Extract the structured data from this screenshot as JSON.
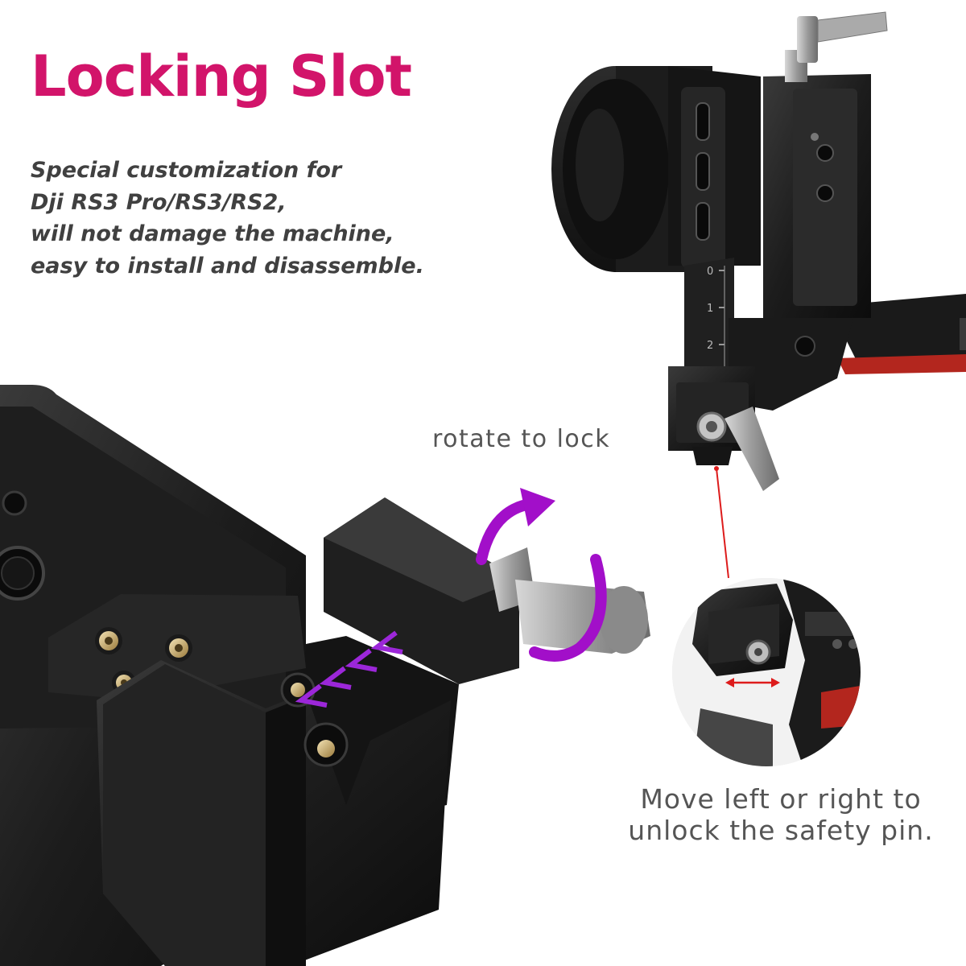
{
  "heading": {
    "title": "Locking Slot"
  },
  "description": {
    "lines": [
      "Special customization for",
      "Dji RS3 Pro/RS3/RS2,",
      "will not damage the machine,",
      "easy to install and disassemble."
    ]
  },
  "callouts": {
    "rotate": "rotate to lock",
    "move_lines": [
      "Move left or right to",
      "unlock the safety pin."
    ]
  },
  "gimbal_scale_labels": [
    "0",
    "1",
    "2"
  ],
  "colors": {
    "title": "#d2146a",
    "description": "#404040",
    "callout_text": "#555555",
    "arrow_purple": "#a20fc9",
    "chevron_purple": "#9c27d9",
    "indicator_red": "#dd1c1c",
    "metal_black": "#1b1b1b",
    "silver": "#9a9a9a"
  }
}
